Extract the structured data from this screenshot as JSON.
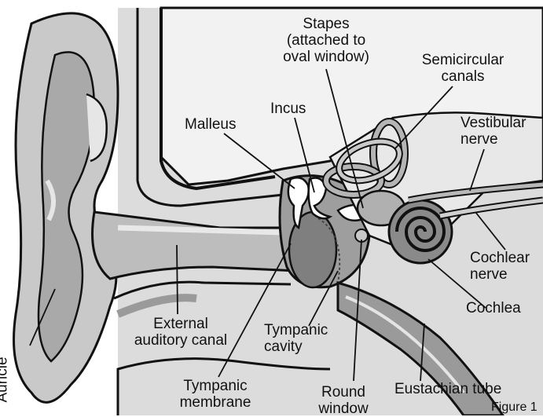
{
  "labels": {
    "stapes": [
      "Stapes",
      "(attached to",
      "oval window)"
    ],
    "semicircular_canals": [
      "Semicircular",
      "canals"
    ],
    "incus": "Incus",
    "malleus": "Malleus",
    "vestibular_nerve": [
      "Vestibular",
      "nerve"
    ],
    "cochlear_nerve": [
      "Cochlear",
      "nerve"
    ],
    "cochlea": "Cochlea",
    "external_auditory_canal": [
      "External",
      "auditory canal"
    ],
    "tympanic_cavity": [
      "Tympanic",
      "cavity"
    ],
    "auricle": "Auricle",
    "tympanic_membrane": [
      "Tympanic",
      "membrane"
    ],
    "round_window": [
      "Round",
      "window"
    ],
    "eustachian_tube": "Eustachian tube",
    "figure_caption": "Figure 1"
  }
}
